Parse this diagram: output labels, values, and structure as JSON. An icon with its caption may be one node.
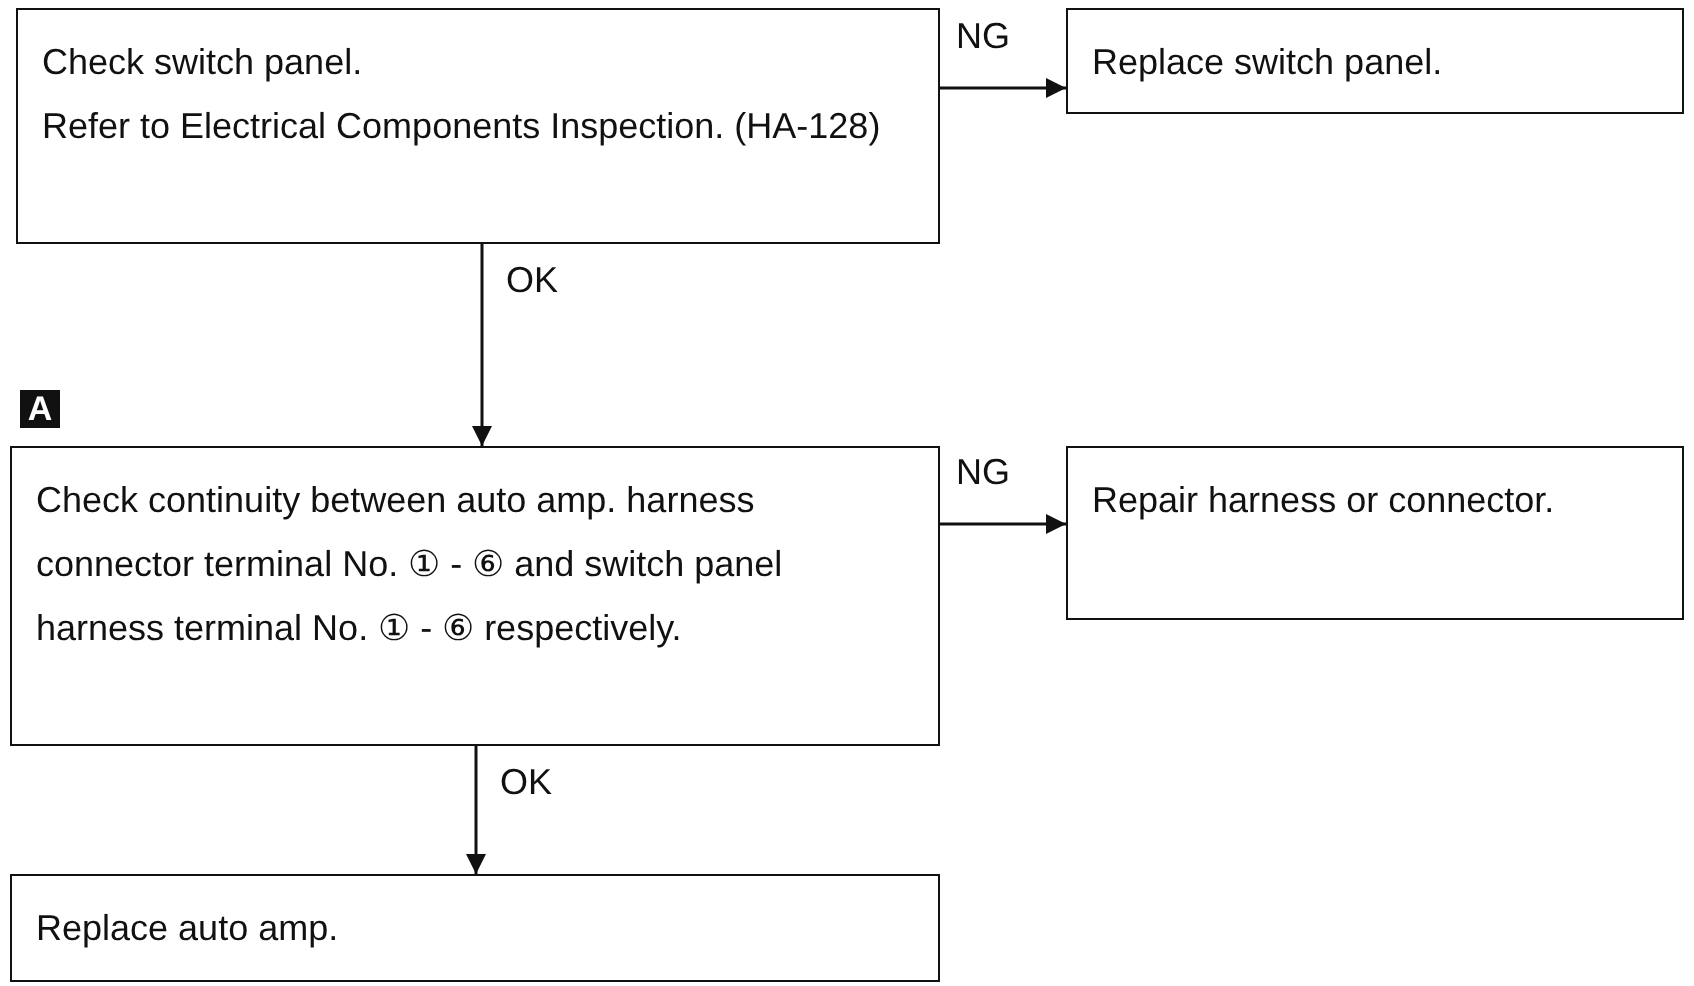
{
  "diagram": {
    "nodes": [
      {
        "text": [
          "Check switch panel.",
          "Refer to Electrical Components Inspection. (HA-128)"
        ]
      },
      {
        "text": [
          "Replace switch panel."
        ]
      },
      {
        "text": [
          "Check continuity between auto amp. harness connector terminal No. ① - ⑥ and switch panel harness terminal No. ① - ⑥ respectively."
        ]
      },
      {
        "text": [
          "Repair harness or connector."
        ]
      },
      {
        "text": [
          "Replace auto amp."
        ]
      }
    ],
    "edges": [
      {
        "from": 0,
        "to": 1,
        "arrow": "to",
        "label": "NG"
      },
      {
        "from": 0,
        "to": 2,
        "arrow": "to",
        "label": "OK"
      },
      {
        "from": 2,
        "to": 3,
        "arrow": "to",
        "label": "NG"
      },
      {
        "from": 2,
        "to": 4,
        "arrow": "to",
        "label": "OK"
      }
    ],
    "labels": [
      "A"
    ]
  }
}
